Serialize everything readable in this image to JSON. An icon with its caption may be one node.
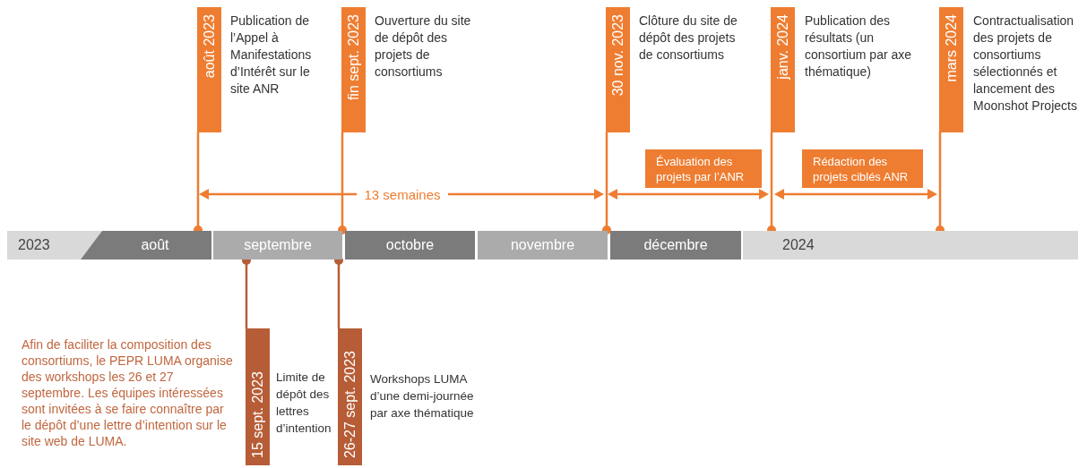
{
  "diagram": {
    "nodes": [
      {
        "text": [
          "2023"
        ]
      },
      {
        "text": [
          "août"
        ]
      },
      {
        "text": [
          "septembre"
        ]
      },
      {
        "text": [
          "octobre"
        ]
      },
      {
        "text": [
          "novembre"
        ]
      },
      {
        "text": [
          "décembre"
        ]
      },
      {
        "text": [
          "2024"
        ]
      },
      {
        "text": [
          "août 2023"
        ],
        "beside": [
          "Publication de l’Appel à Manifestations d’Intérêt sur le site ANR"
        ]
      },
      {
        "text": [
          "fin sept. 2023"
        ],
        "beside": [
          "Ouverture du site de dépôt des projets de consortiums"
        ]
      },
      {
        "text": [
          "30 nov. 2023"
        ],
        "beside": [
          "Clôture du site de dépôt des projets de consortiums"
        ]
      },
      {
        "text": [
          "Évaluation des projets par l’ANR"
        ]
      },
      {
        "text": [
          "janv. 2024"
        ],
        "beside": [
          "Publication des résultats (un consortium par axe thématique)"
        ]
      },
      {
        "text": [
          "Rédaction des projets ciblés ANR"
        ]
      },
      {
        "text": [
          "mars 2024"
        ],
        "beside": [
          "Contractualisation des projets de consortiums sélectionnés et lancement des Moonshot Projects"
        ]
      },
      {
        "text": [
          "15 sept. 2023"
        ],
        "beside": [
          "Limite de dépôt des lettres d’intention"
        ]
      },
      {
        "text": [
          "26-27 sept. 2023"
        ],
        "beside": [
          "Workshops LUMA d’une demi-journée par axe thématique"
        ]
      }
    ],
    "edges": [
      {
        "from": 7,
        "to": 1,
        "arrow": "other"
      },
      {
        "from": 8,
        "to": 2,
        "arrow": "other"
      },
      {
        "from": 9,
        "to": 4,
        "arrow": "other"
      },
      {
        "from": 11,
        "to": 6,
        "arrow": "other"
      },
      {
        "from": 13,
        "to": 6,
        "arrow": "other"
      },
      {
        "from": 14,
        "to": 2,
        "arrow": "other"
      },
      {
        "from": 15,
        "to": 2,
        "arrow": "other"
      }
    ],
    "labels": [
      "13 semaines",
      "Afin de faciliter la composition des consortiums, le PEPR LUMA organise des workshops les 26 et 27 septembre. Les équipes intéressées sont invitées à se faire connaître par le dépôt d’une lettre d’intention sur le site web de LUMA."
    ]
  }
}
